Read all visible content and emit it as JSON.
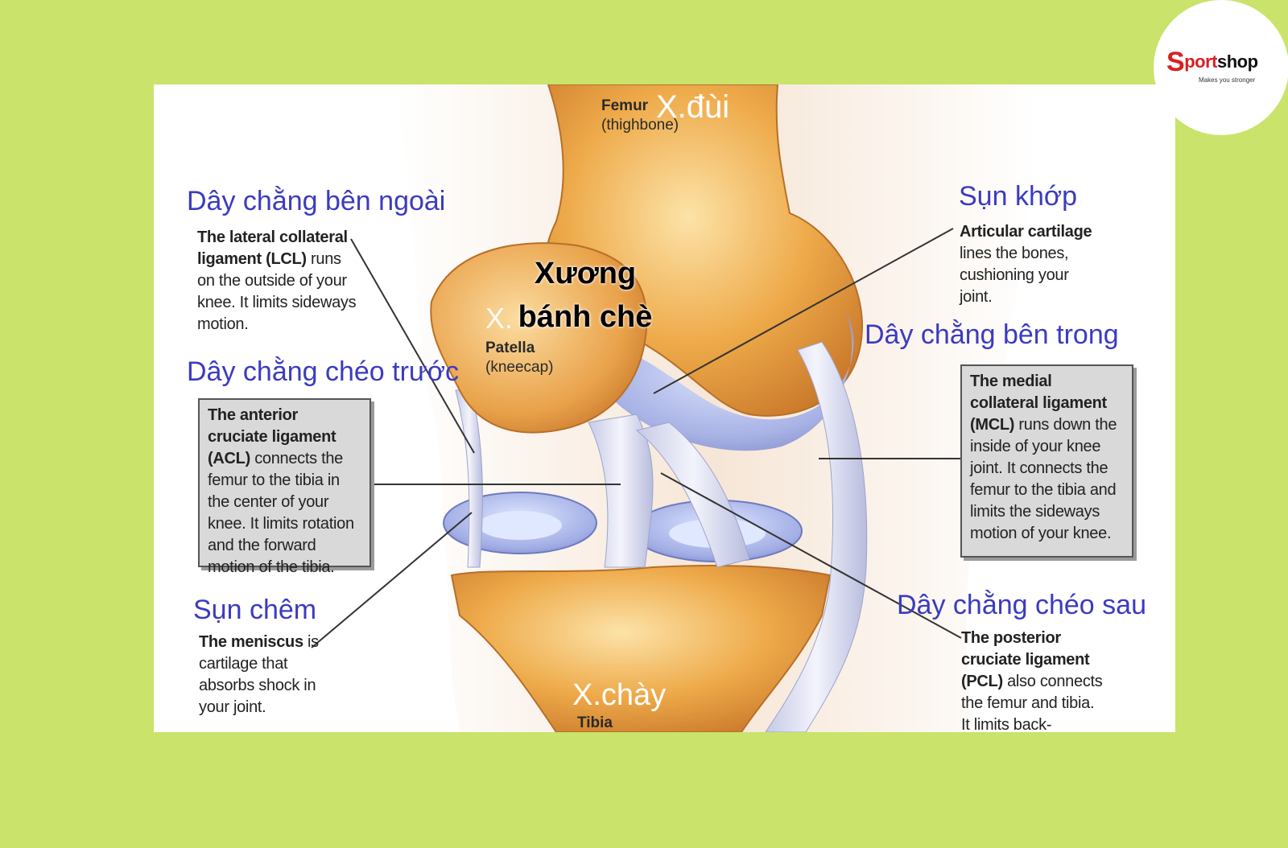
{
  "colors": {
    "background": "#c9e36b",
    "label_blue": "#3b3bc0",
    "bone": "#e8a040",
    "cartilage": "#a9b4e8"
  },
  "logo": {
    "icon": "s-swoosh-icon",
    "brand_s": "S",
    "brand_port": "port",
    "brand_shop": "shop",
    "tagline": "Makes you stronger"
  },
  "femur": {
    "vn": "X.đùi",
    "en_1": "Femur",
    "en_2": "(thighbone)"
  },
  "patella": {
    "vn_line1": "Xương",
    "vn_line2": "bánh chè",
    "prefix": "X.",
    "en_1": "Patella",
    "en_2": "(kneecap)"
  },
  "tibia": {
    "vn": "X.chày",
    "en": "Tibia"
  },
  "lcl": {
    "vn": "Dây chằng bên ngoài",
    "en_bold": "The lateral collateral ligament (LCL)",
    "en_rest": " runs on the outside of your knee. It limits sideways motion."
  },
  "acl": {
    "vn": "Dây chằng chéo trước",
    "en_bold": "The anterior cruciate ligament (ACL)",
    "en_rest": " connects the femur to the tibia in the center of your knee. It limits rotation and the forward motion of the tibia."
  },
  "meniscus": {
    "vn_1": "Sụn",
    "vn_2": "chêm",
    "en_bold": "The meniscus",
    "en_rest": " is cartilage that absorbs shock in your joint."
  },
  "cartilage": {
    "vn": "Sụn khớp",
    "en_bold": "Articular cartilage",
    "en_rest": " lines the bones, cushioning your joint."
  },
  "mcl": {
    "vn": "Dây chằng bên trong",
    "en_bold": "The medial collateral ligament (MCL)",
    "en_rest": " runs down the inside of your knee joint. It connects the femur to the tibia and limits the sideways motion of your knee."
  },
  "pcl": {
    "vn": "Dây chằng chéo sau",
    "en_bold": "The posterior cruciate ligament (PCL)",
    "en_rest": " also connects the femur and tibia. It limits back-"
  }
}
